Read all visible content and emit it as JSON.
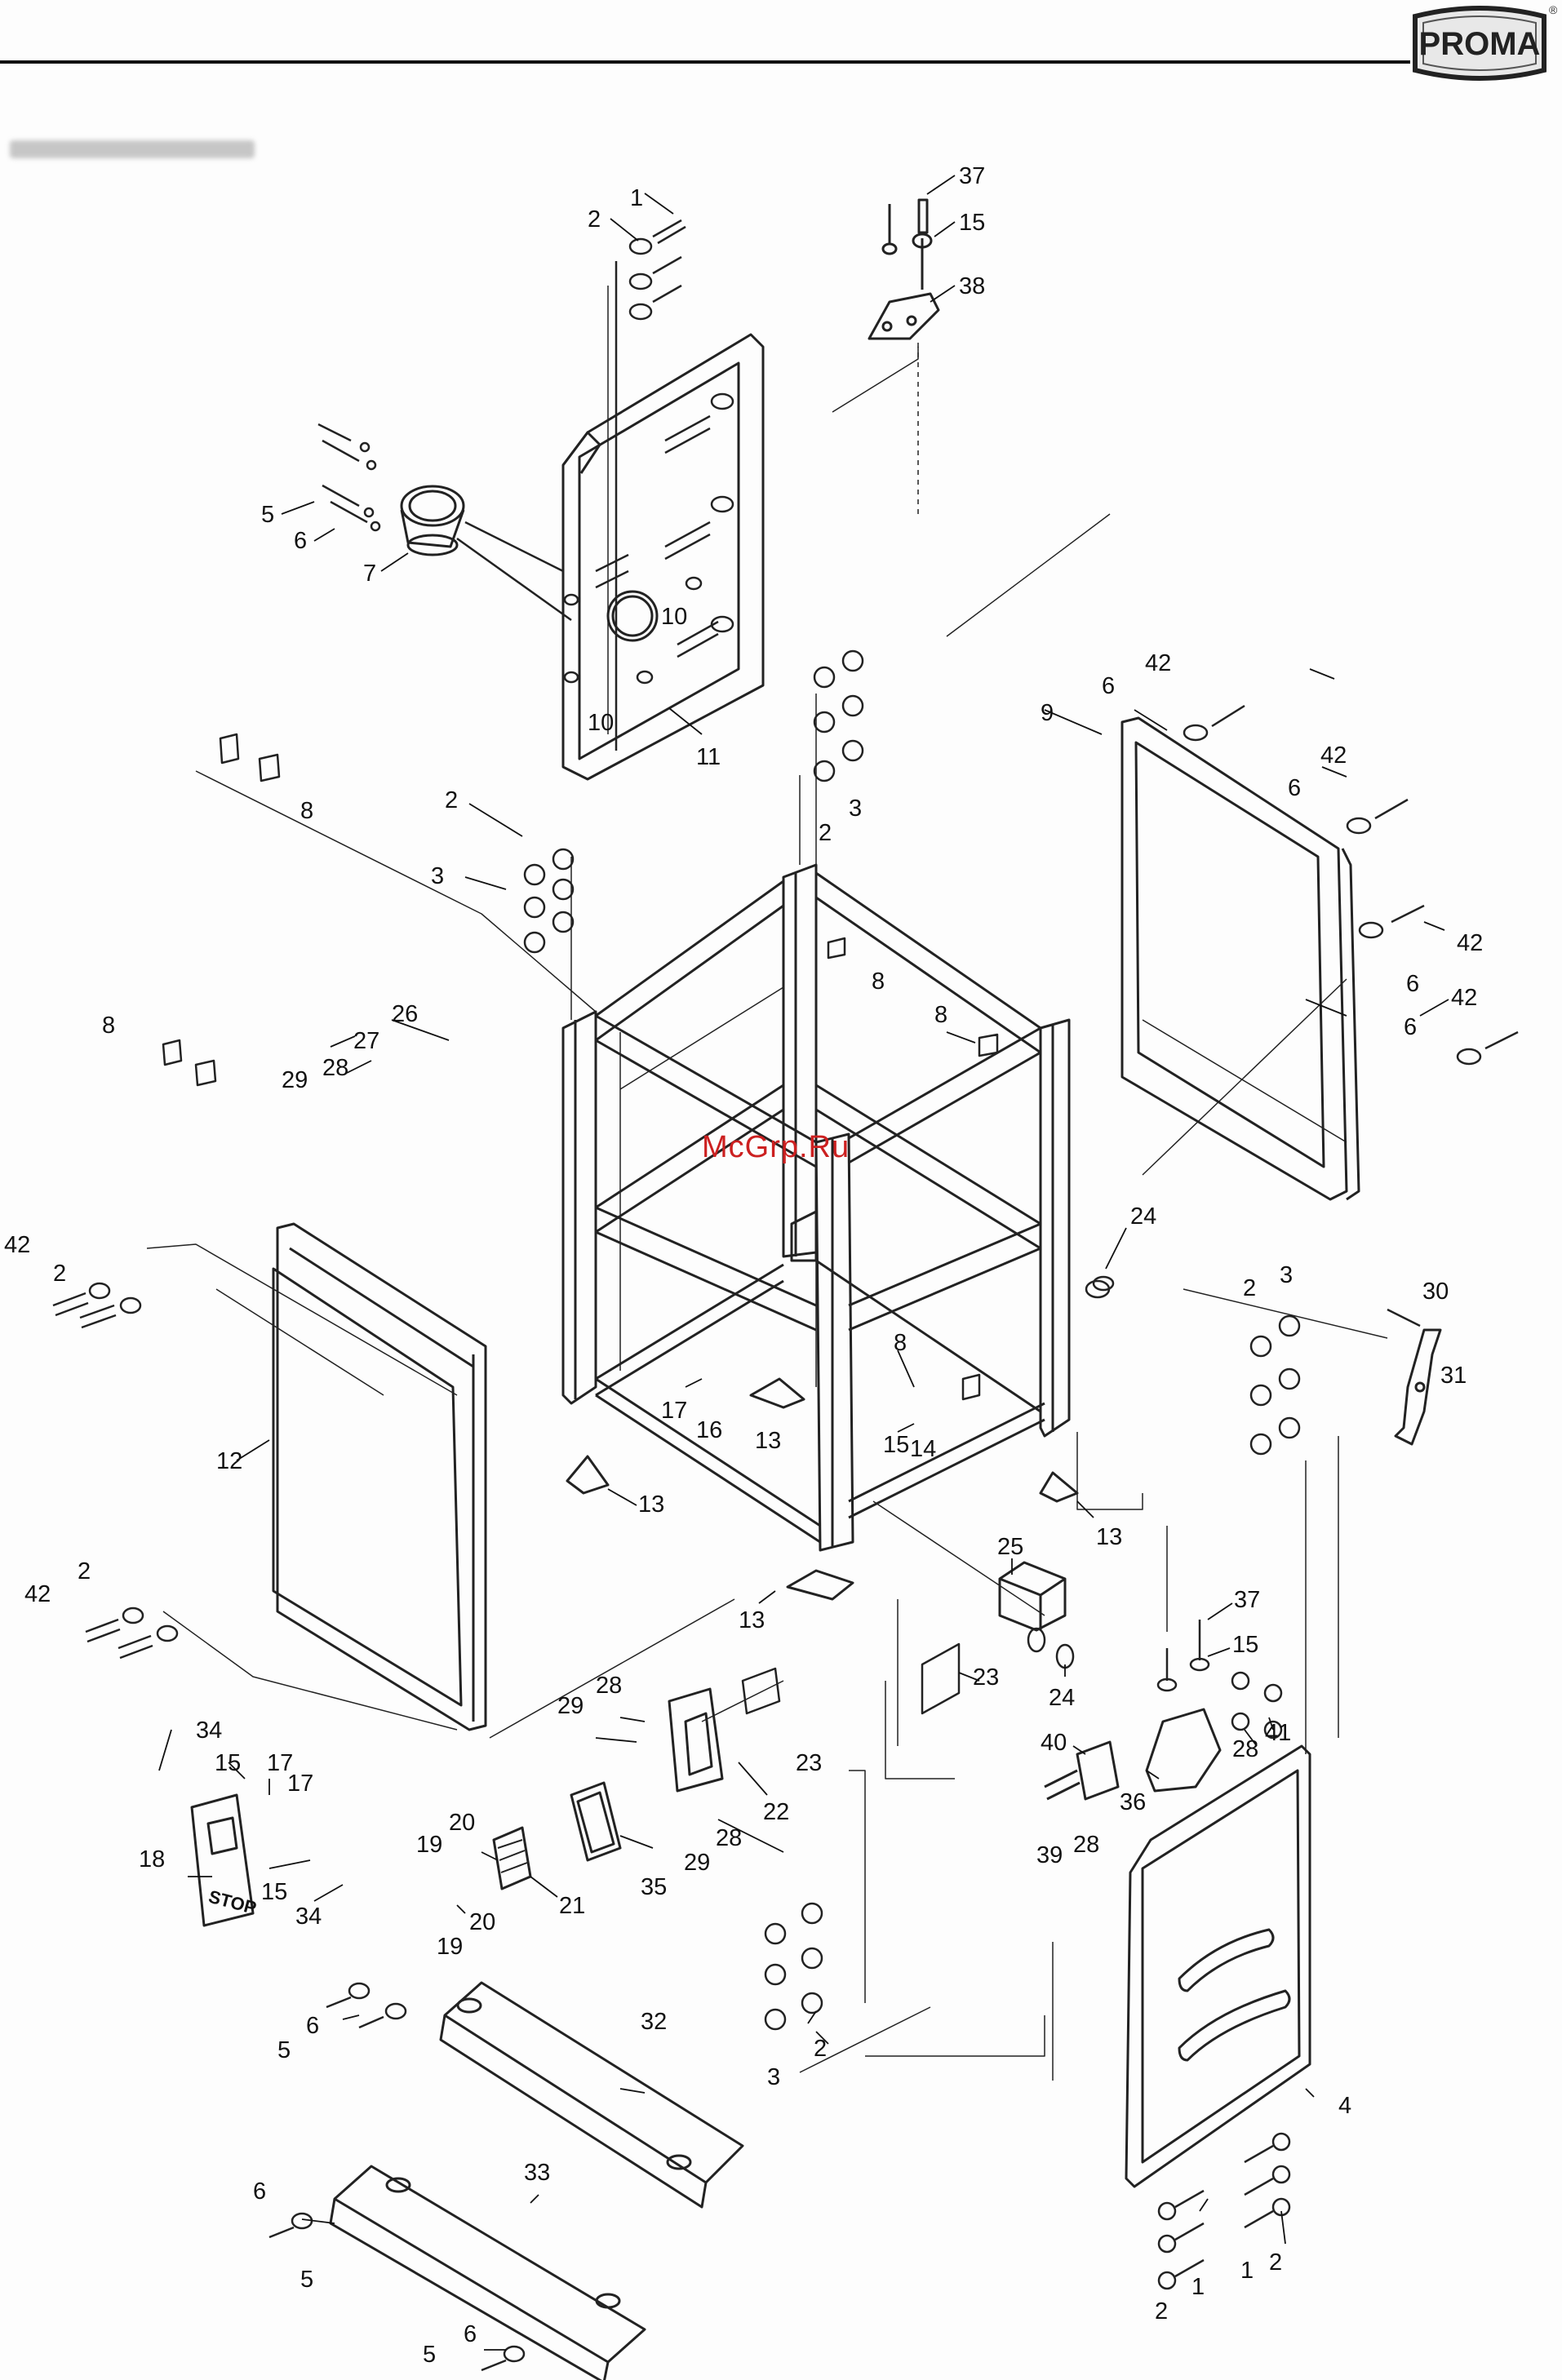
{
  "header": {
    "brand": "PROMA",
    "registered_mark": "®"
  },
  "watermark": "McGrp.Ru",
  "labels": [
    {
      "id": "l1",
      "text": "1"
    },
    {
      "id": "l2a",
      "text": "2"
    },
    {
      "id": "l37a",
      "text": "37"
    },
    {
      "id": "l15a",
      "text": "15"
    },
    {
      "id": "l38",
      "text": "38"
    },
    {
      "id": "l5a",
      "text": "5"
    },
    {
      "id": "l6a",
      "text": "6"
    },
    {
      "id": "l7",
      "text": "7"
    },
    {
      "id": "l10a",
      "text": "10"
    },
    {
      "id": "l10b",
      "text": "10"
    },
    {
      "id": "l11",
      "text": "11"
    },
    {
      "id": "l42a",
      "text": "42"
    },
    {
      "id": "l6b",
      "text": "6"
    },
    {
      "id": "l9",
      "text": "9"
    },
    {
      "id": "l42b",
      "text": "42"
    },
    {
      "id": "l6c",
      "text": "6"
    },
    {
      "id": "l8a",
      "text": "8"
    },
    {
      "id": "l2b",
      "text": "2"
    },
    {
      "id": "l3a",
      "text": "3"
    },
    {
      "id": "l3b",
      "text": "3"
    },
    {
      "id": "l2c",
      "text": "2"
    },
    {
      "id": "l42c",
      "text": "42"
    },
    {
      "id": "l6d",
      "text": "6"
    },
    {
      "id": "l8b",
      "text": "8"
    },
    {
      "id": "l42d",
      "text": "42"
    },
    {
      "id": "l6e",
      "text": "6"
    },
    {
      "id": "l8c",
      "text": "8"
    },
    {
      "id": "l26",
      "text": "26"
    },
    {
      "id": "l27",
      "text": "27"
    },
    {
      "id": "l8d",
      "text": "8"
    },
    {
      "id": "l28a",
      "text": "28"
    },
    {
      "id": "l29a",
      "text": "29"
    },
    {
      "id": "l24a",
      "text": "24"
    },
    {
      "id": "l42e",
      "text": "42"
    },
    {
      "id": "l2d",
      "text": "2"
    },
    {
      "id": "l30",
      "text": "30"
    },
    {
      "id": "l2e",
      "text": "2"
    },
    {
      "id": "l3c",
      "text": "3"
    },
    {
      "id": "l31",
      "text": "31"
    },
    {
      "id": "l8e",
      "text": "8"
    },
    {
      "id": "l17a",
      "text": "17"
    },
    {
      "id": "l16",
      "text": "16"
    },
    {
      "id": "l13a",
      "text": "13"
    },
    {
      "id": "l15b",
      "text": "15"
    },
    {
      "id": "l14",
      "text": "14"
    },
    {
      "id": "l12",
      "text": "12"
    },
    {
      "id": "l13b",
      "text": "13"
    },
    {
      "id": "l13c",
      "text": "13"
    },
    {
      "id": "l25",
      "text": "25"
    },
    {
      "id": "l42f",
      "text": "42"
    },
    {
      "id": "l2f",
      "text": "2"
    },
    {
      "id": "l13d",
      "text": "13"
    },
    {
      "id": "l23a",
      "text": "23"
    },
    {
      "id": "l24b",
      "text": "24"
    },
    {
      "id": "l37b",
      "text": "37"
    },
    {
      "id": "l15c",
      "text": "15"
    },
    {
      "id": "l28b",
      "text": "28"
    },
    {
      "id": "l29b",
      "text": "29"
    },
    {
      "id": "l41",
      "text": "41"
    },
    {
      "id": "l34a",
      "text": "34"
    },
    {
      "id": "l23b",
      "text": "23"
    },
    {
      "id": "l40",
      "text": "40"
    },
    {
      "id": "l28c",
      "text": "28"
    },
    {
      "id": "l15d",
      "text": "15"
    },
    {
      "id": "l17b",
      "text": "17"
    },
    {
      "id": "l17c",
      "text": "17"
    },
    {
      "id": "l36",
      "text": "36"
    },
    {
      "id": "l22",
      "text": "22"
    },
    {
      "id": "l20a",
      "text": "20"
    },
    {
      "id": "l18",
      "text": "18"
    },
    {
      "id": "l19a",
      "text": "19"
    },
    {
      "id": "l28d",
      "text": "28"
    },
    {
      "id": "l29c",
      "text": "29"
    },
    {
      "id": "l39",
      "text": "39"
    },
    {
      "id": "l28e",
      "text": "28"
    },
    {
      "id": "l15e",
      "text": "15"
    },
    {
      "id": "l35",
      "text": "35"
    },
    {
      "id": "l21",
      "text": "21"
    },
    {
      "id": "l34b",
      "text": "34"
    },
    {
      "id": "l20b",
      "text": "20"
    },
    {
      "id": "l19b",
      "text": "19"
    },
    {
      "id": "l32",
      "text": "32"
    },
    {
      "id": "l6f",
      "text": "6"
    },
    {
      "id": "l5b",
      "text": "5"
    },
    {
      "id": "l3d",
      "text": "3"
    },
    {
      "id": "l2g",
      "text": "2"
    },
    {
      "id": "l4",
      "text": "4"
    },
    {
      "id": "l33",
      "text": "33"
    },
    {
      "id": "l6g",
      "text": "6"
    },
    {
      "id": "l5c",
      "text": "5"
    },
    {
      "id": "l2h",
      "text": "2"
    },
    {
      "id": "l1b",
      "text": "1"
    },
    {
      "id": "l1c",
      "text": "1"
    },
    {
      "id": "l2i",
      "text": "2"
    },
    {
      "id": "l6h",
      "text": "6"
    },
    {
      "id": "l5d",
      "text": "5"
    }
  ],
  "stop_switch_text": "STOP"
}
